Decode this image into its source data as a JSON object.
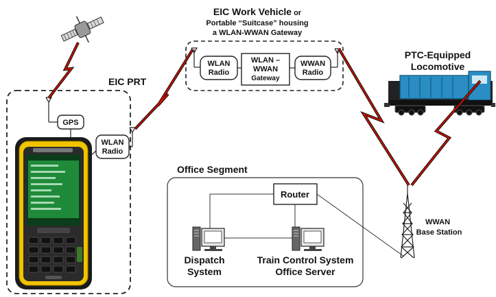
{
  "vehicle": {
    "title_bold": "EIC Work Vehicle",
    "title_rest": " or",
    "line2": "Portable “Suitcase” housing",
    "line3": "a WLAN-WWAN Gateway",
    "wlan_box": [
      "WLAN",
      "Radio"
    ],
    "gateway_box": [
      "WLAN –",
      "WWAN",
      "Gateway"
    ],
    "wwan_box": [
      "WWAN",
      "Radio"
    ]
  },
  "prt": {
    "label": "EIC PRT",
    "gps_box": "GPS",
    "wlan_box": [
      "WLAN",
      "Radio"
    ]
  },
  "locomotive": {
    "label": [
      "PTC-Equipped",
      "Locomotive"
    ]
  },
  "office": {
    "label": "Office Segment",
    "router": "Router",
    "dispatch": [
      "Dispatch",
      "System"
    ],
    "server": [
      "Train Control System",
      "Office Server"
    ]
  },
  "base_station": {
    "label": [
      "WWAN",
      "Base Station"
    ]
  },
  "colors": {
    "radio_link": "#cc1100",
    "device_yellow": "#f2c300",
    "screen_green": "#1f8a3a",
    "loco_blue": "#2a8ec4"
  },
  "icons": [
    "satellite-icon",
    "handheld-device-icon",
    "locomotive-icon",
    "radio-tower-icon",
    "desktop-computer-icon"
  ]
}
